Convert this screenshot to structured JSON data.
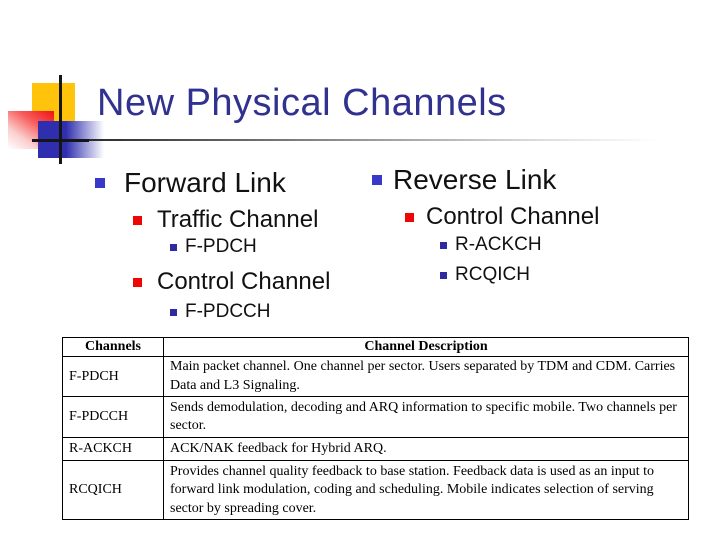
{
  "slide": {
    "title": "New Physical Channels",
    "forward": {
      "heading": "Forward Link",
      "item1": "Traffic Channel",
      "item1_sub": "F-PDCH",
      "item2": "Control Channel",
      "item2_sub": "F-PDCCH"
    },
    "reverse": {
      "heading": "Reverse Link",
      "item1": "Control Channel",
      "item1_sub1": "R-ACKCH",
      "item1_sub2": "RCQICH"
    },
    "colors": {
      "title": "#31318F",
      "bullet_blue_l1": "#3939C9",
      "bullet_red_l2": "#EE0505",
      "bullet_blue_l3": "#2C2CA0",
      "square_yellow": "#FFC30B",
      "square_red": "#EE1212",
      "square_blue": "#2E2EAE"
    },
    "table": {
      "headers": [
        "Channels",
        "Channel Description"
      ],
      "rows": [
        {
          "channel": "F-PDCH",
          "description": "Main packet channel. One channel per sector. Users separated by TDM and CDM. Carries Data and L3 Signaling."
        },
        {
          "channel": "F-PDCCH",
          "description": "Sends demodulation, decoding and ARQ information to specific mobile. Two channels per sector."
        },
        {
          "channel": "R-ACKCH",
          "description": "ACK/NAK feedback for Hybrid ARQ."
        },
        {
          "channel": "RCQICH",
          "description": "Provides channel quality feedback to base station. Feedback data is used as an input to forward link modulation, coding and scheduling. Mobile indicates selection of serving sector by spreading cover."
        }
      ]
    }
  }
}
